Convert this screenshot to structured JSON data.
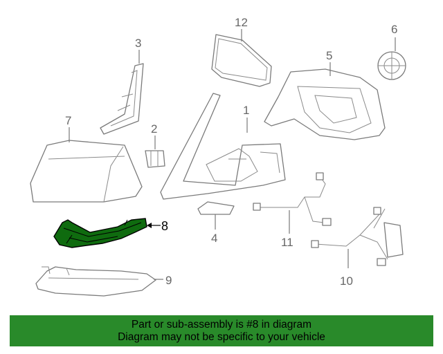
{
  "diagram": {
    "callouts": {
      "n1": "1",
      "n2": "2",
      "n3": "3",
      "n4": "4",
      "n5": "5",
      "n6": "6",
      "n7": "7",
      "n8": "8",
      "n9": "9",
      "n10": "10",
      "n11": "11",
      "n12": "12"
    },
    "highlighted_part": "8",
    "highlight_color": "#0f6b0f"
  },
  "banner": {
    "line1": "Part or sub-assembly is #8 in diagram",
    "line2": "Diagram may not be specific to your vehicle",
    "background": "#298a2a"
  }
}
